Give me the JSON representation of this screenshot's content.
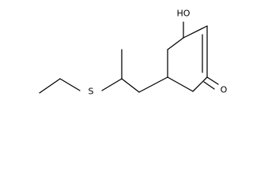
{
  "molecule": {
    "atoms": {
      "hydroxyl_label": "HO",
      "sulfur_label": "S",
      "carbonyl_oxygen_label": "O"
    },
    "colors": {
      "bond": "#000000",
      "text": "#000000",
      "background": "#ffffff"
    }
  }
}
